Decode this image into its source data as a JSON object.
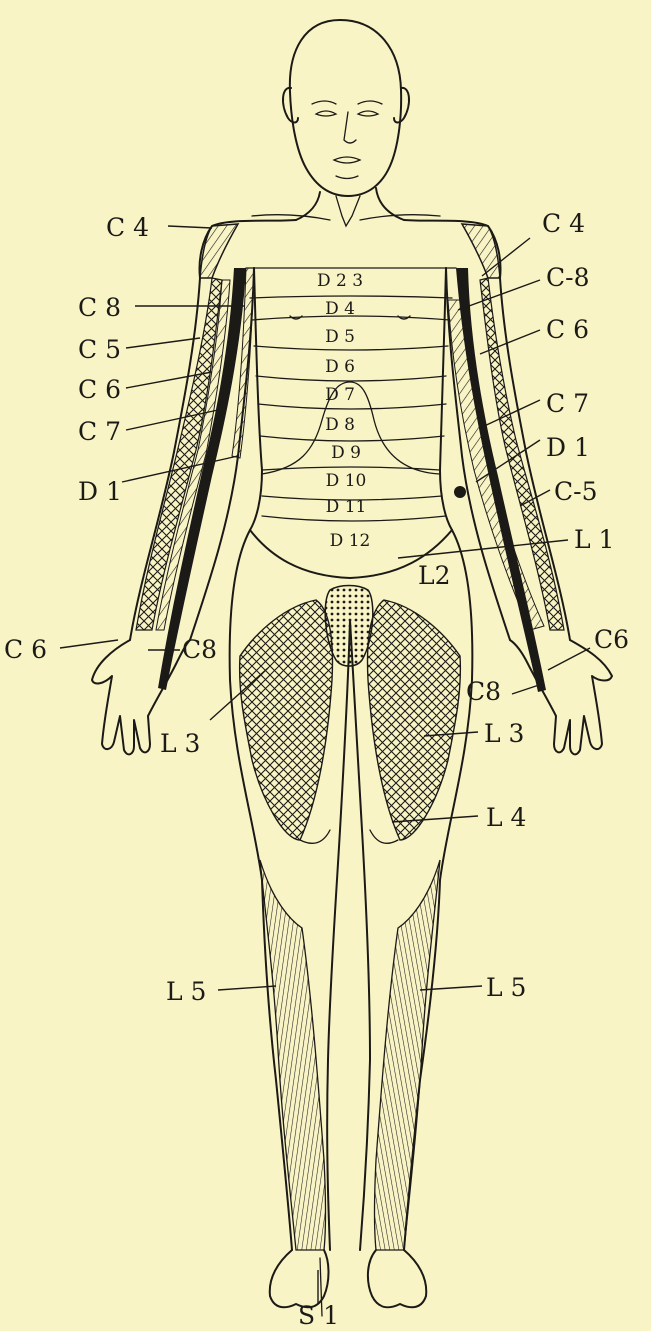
{
  "labels": {
    "c4_right_side": "C 4",
    "c4_left_side": "C 4",
    "c8_right_side": "C 8",
    "c8_left_side": "C-8",
    "c5_right_side": "C 5",
    "c5_left_side": "C-5",
    "c6_right_side": "C 6",
    "c6_left_side": "C 6",
    "c7_right_side": "C 7",
    "c7_left_side": "C 7",
    "d1_right_side": "D 1",
    "d1_left_side": "D 1",
    "c6_right_hand": "C 6",
    "c8_right_hand": "C8",
    "c6_left_hand": "C6",
    "c8_left_hand": "C8",
    "l1": "L 1",
    "l2": "L2",
    "l3_right": "L 3",
    "l3_left": "L 3",
    "l4": "L 4",
    "l5_right": "L 5",
    "l5_left": "L 5",
    "s1": "S 1"
  },
  "trunk_segments": [
    "D 2 3",
    "D 4",
    "D 5",
    "D 6",
    "D 7",
    "D 8",
    "D 9",
    "D 10",
    "D 11",
    "D 12"
  ]
}
